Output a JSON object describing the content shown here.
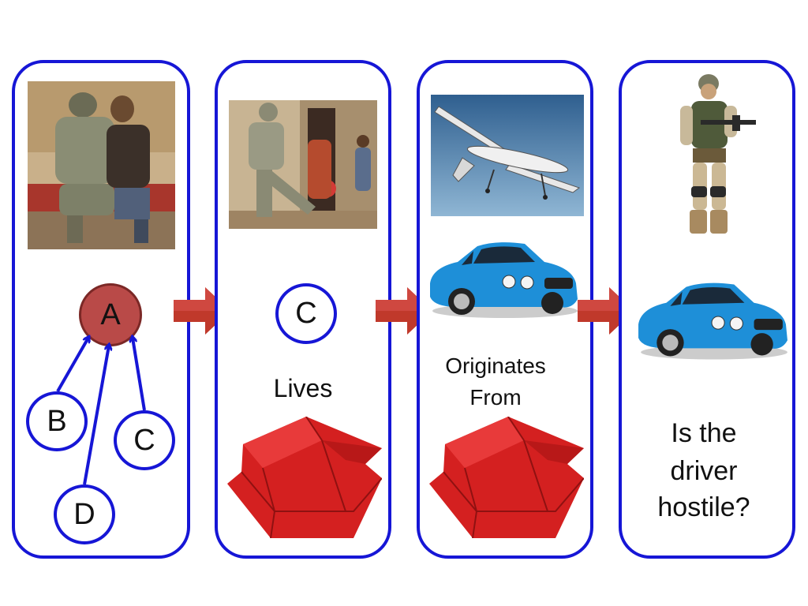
{
  "panel1": {
    "node_a": "A",
    "node_b": "B",
    "node_c": "C",
    "node_d": "D"
  },
  "panel2": {
    "node_c": "C",
    "caption": "Lives"
  },
  "panel3": {
    "caption_line1": "Originates",
    "caption_line2": "From"
  },
  "panel4": {
    "question_line1": "Is the",
    "question_line2": "driver",
    "question_line3": "hostile?"
  },
  "colors": {
    "panel_border": "#1616d6",
    "node_a_fill": "#b94a48",
    "arrow_fill": "#c0392b",
    "house_fill": "#d42020",
    "car_fill": "#1e8fd8"
  }
}
